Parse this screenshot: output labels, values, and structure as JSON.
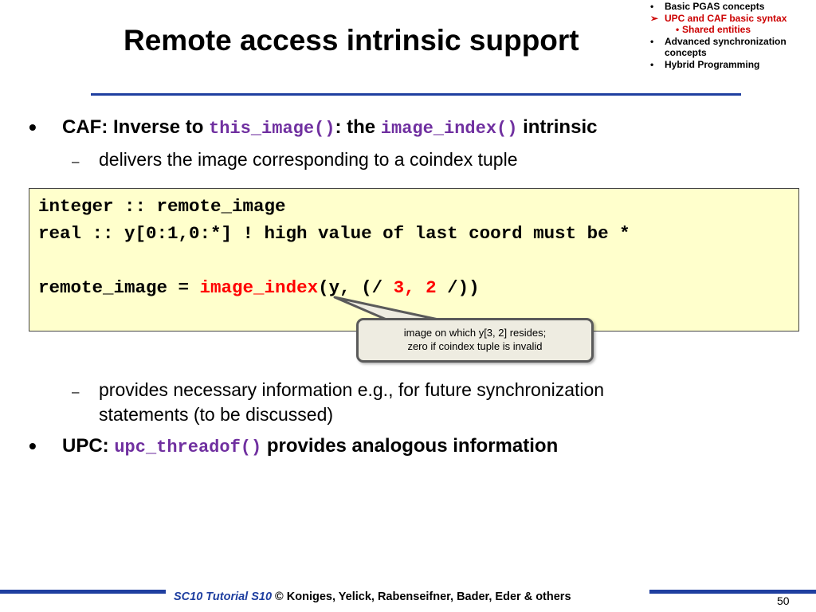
{
  "title": "Remote access intrinsic support",
  "nav": {
    "items": [
      {
        "label": "Basic PGAS concepts",
        "active": false
      },
      {
        "label": "UPC and CAF basic syntax",
        "active": true
      },
      {
        "label": "Advanced synchronization concepts",
        "active": false
      },
      {
        "label": "Hybrid Programming",
        "active": false
      }
    ],
    "sub_item": "Shared entities",
    "bullet": "•",
    "arrow": "➢"
  },
  "bullets": {
    "caf_prefix": "CAF: Inverse to ",
    "caf_code1": "this_image()",
    "caf_mid": ": the ",
    "caf_code2": "image_index()",
    "caf_suffix": " intrinsic",
    "sub1": "delivers the image corresponding to a coindex tuple",
    "sub2_line1": "provides necessary information e.g., for future synchronization",
    "sub2_line2": "statements (to be discussed)",
    "upc_prefix": "UPC: ",
    "upc_code": "upc_threadof()",
    "upc_suffix": " provides analogous information",
    "bullet_glyph": "•",
    "dash_glyph": "–"
  },
  "code": {
    "line1": "integer :: remote_image",
    "line2": "real :: y[0:1,0:*] ! high value of last coord must be *",
    "line4_a": "remote_image = ",
    "line4_fn": "image_index",
    "line4_b": "(y, (/ ",
    "line4_nums": "3, 2",
    "line4_c": " /))"
  },
  "callout": {
    "line1": "image on which y[3, 2] resides;",
    "line2": "zero if coindex tuple is invalid"
  },
  "footer": {
    "emph": "SC10 Tutorial S10",
    "rest": " © Koniges, Yelick, Rabenseifner, Bader, Eder & others",
    "page": "50"
  },
  "colors": {
    "accent_blue": "#1f3fa0",
    "code_purple": "#7030a0",
    "highlight_red": "#ff0000",
    "code_bg": "#ffffcc",
    "callout_bg": "#eeece1"
  }
}
